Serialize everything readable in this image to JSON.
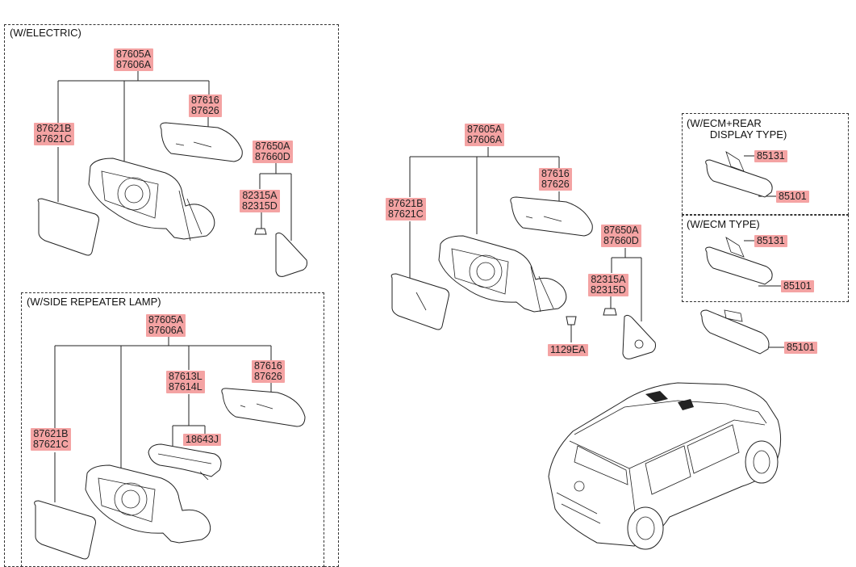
{
  "sections": {
    "electric_title": "(W/ELECTRIC)",
    "repeater_title": "(W/SIDE REPEATER LAMP)",
    "ecm_rear_title": "(W/ECM+REAR\n        DISPLAY TYPE)",
    "ecm_title": "(W/ECM TYPE)"
  },
  "labels": {
    "e_assy": "87605A\n87606A",
    "e_glass": "87621B\n87621C",
    "e_cover": "87616\n87626",
    "e_garnish": "87650A\n87660D",
    "e_bolt": "82315A\n82315D",
    "r_assy": "87605A\n87606A",
    "r_lamp": "87613L\n87614L",
    "r_cover": "87616\n87626",
    "r_bulb": "18643J",
    "r_glass": "87621B\n87621C",
    "m_assy": "87605A\n87606A",
    "m_cover": "87616\n87626",
    "m_glass": "87621B\n87621C",
    "m_garnish": "87650A\n87660D",
    "m_bolt": "82315A\n82315D",
    "m_screw": "1129EA",
    "ecmr_plug": "85131",
    "ecmr_mirror": "85101",
    "ecm_plug": "85131",
    "ecm_mirror": "85101",
    "inner_mirror": "85101"
  }
}
